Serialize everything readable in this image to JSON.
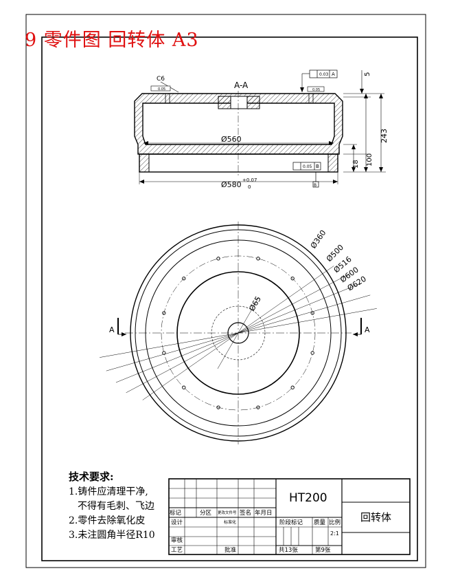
{
  "title": "9 零件图 回转体 A3",
  "section_view": {
    "label": "A-A",
    "chamfer": "C6",
    "tol_top_left": "0.05",
    "tol_top_right": "0.03",
    "tol_top_right_datum": "A",
    "tol_mid": "0.05",
    "tol_bottom": "0.05",
    "tol_bottom_datum": "B",
    "datum_b": "B",
    "dim_inner": "Ø560",
    "dim_outer": "Ø580",
    "dim_outer_upper": "+0.07",
    "dim_outer_lower": "0",
    "dim_5": "5",
    "dim_243": "243",
    "dim_100": "100",
    "dim_18": "18"
  },
  "plan_view": {
    "section_mark": "A",
    "dims": [
      "Ø360",
      "Ø500",
      "Ø516",
      "Ø600",
      "Ø620",
      "Ø65"
    ]
  },
  "tech_notes": {
    "heading": "技术要求:",
    "items": [
      "1.铸件应清理干净,",
      "不得有毛刺、飞边",
      "2.零件去除氧化皮",
      "3.未注圆角半径R10"
    ]
  },
  "title_block": {
    "material": "HT200",
    "part_name": "回转体",
    "labels": {
      "mark": "标记",
      "zones": "分区",
      "doc_no": "更改文件号",
      "sign": "签名",
      "date": "年月日",
      "design": "设计",
      "standardize": "标准化",
      "stage_mark": "阶段标记",
      "mass": "质量",
      "scale": "比例",
      "review": "审核",
      "process": "工艺",
      "approve": "批准",
      "scale_value": "2:1",
      "sheets_total": "共13张",
      "sheet_no": "第9张"
    }
  }
}
